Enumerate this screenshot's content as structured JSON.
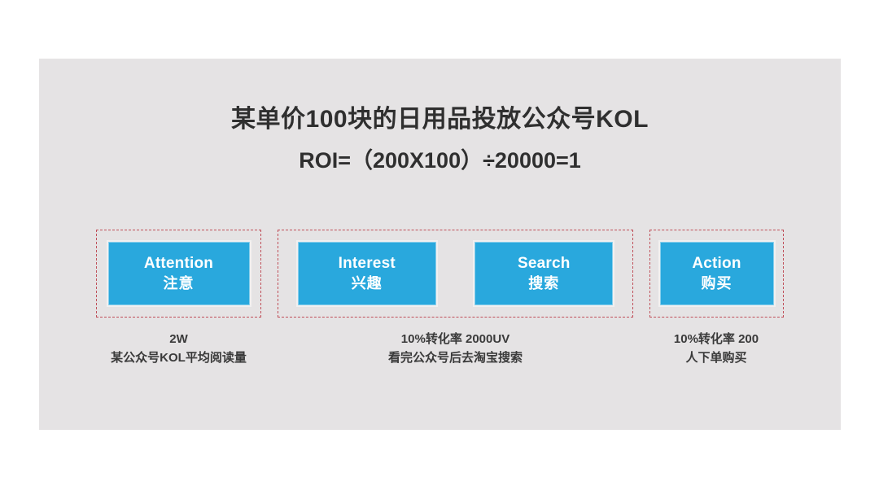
{
  "slide": {
    "title_main": "某单价100块的日用品投放公众号KOL",
    "title_sub": "ROI=（200X100）÷20000=1",
    "colors": {
      "panel_background": "#e5e3e4",
      "stage_blue": "#29a8dd",
      "group_border_red": "#c0505a",
      "text_dark": "#2f2f2f",
      "stage_text": "#ffffff"
    }
  },
  "groups": [
    {
      "name": "attention-group",
      "stages": [
        {
          "en": "Attention",
          "cn": "注意"
        }
      ],
      "caption": {
        "line1": "2W",
        "line2": "某公众号KOL平均阅读量"
      }
    },
    {
      "name": "interest-search-group",
      "stages": [
        {
          "en": "Interest",
          "cn": "兴趣"
        },
        {
          "en": "Search",
          "cn": "搜索"
        }
      ],
      "caption": {
        "line1": "10%转化率 2000UV",
        "line2": "看完公众号后去淘宝搜索"
      }
    },
    {
      "name": "action-group",
      "stages": [
        {
          "en": "Action",
          "cn": "购买"
        }
      ],
      "caption": {
        "line1": "10%转化率 200",
        "line2": "人下单购买"
      }
    }
  ]
}
